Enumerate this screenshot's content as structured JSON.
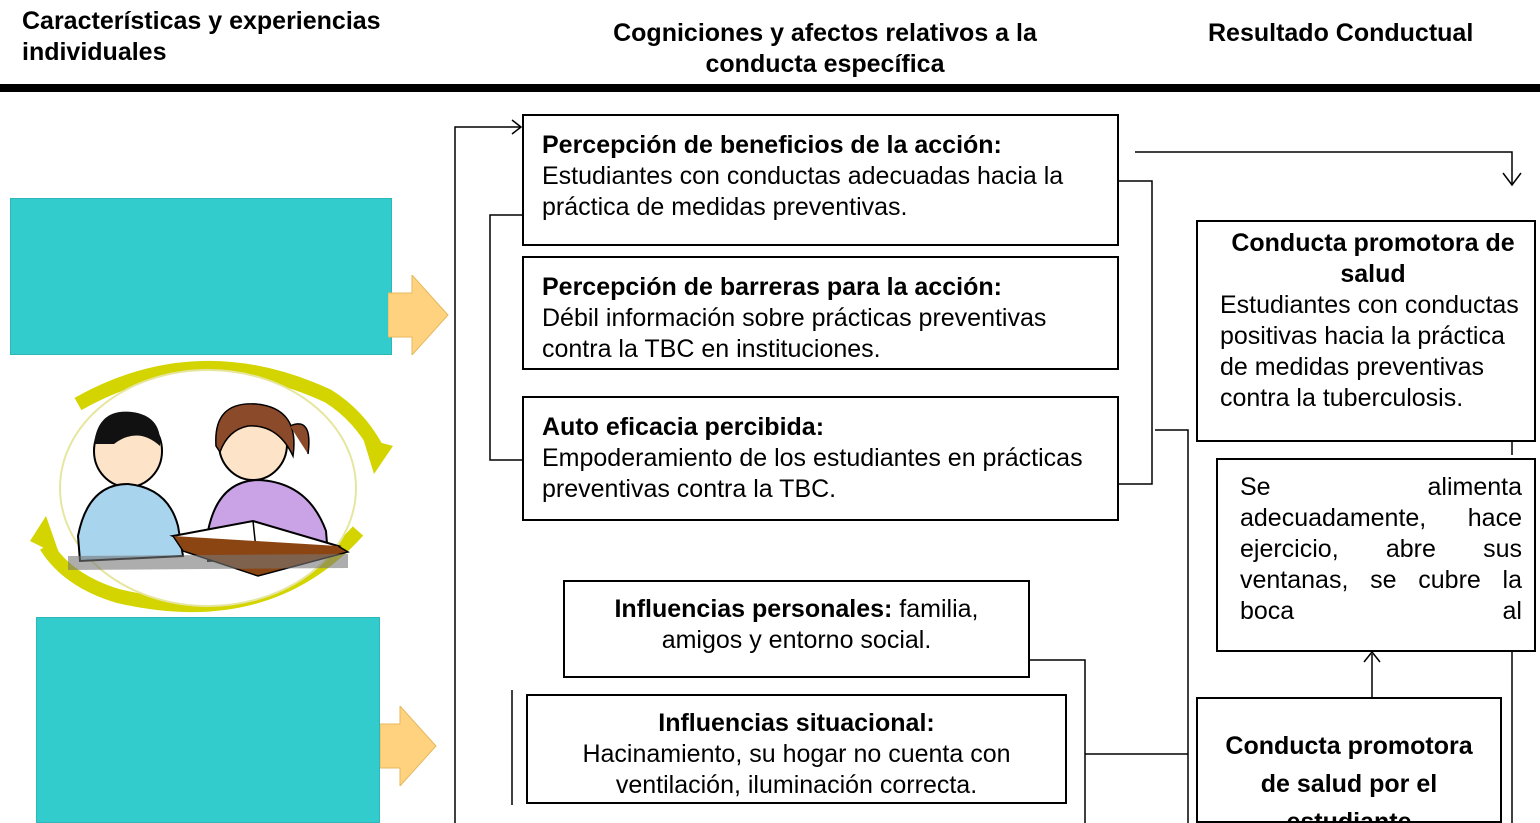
{
  "headers": {
    "col1": "Características y experiencias individuales",
    "col2": "Cogniciones y afectos relativos a la conducta específica",
    "col3": "Resultado Conductual"
  },
  "boxes": {
    "beneficios": {
      "title": "Percepción de beneficios de la acción:",
      "body": "Estudiantes con conductas adecuadas hacia la práctica de medidas preventivas."
    },
    "barreras": {
      "title": "Percepción de barreras para la acción:",
      "body": "Débil información sobre prácticas preventivas contra la TBC en instituciones."
    },
    "autoeficacia": {
      "title": "Auto eficacia percibida:",
      "body": "Empoderamiento de los estudiantes en prácticas preventivas contra la TBC."
    },
    "personales": {
      "title": "Influencias personales:",
      "body": " familia, amigos y entorno social."
    },
    "situacional": {
      "title": "Influencias situacional:",
      "body": "Hacinamiento, su hogar no cuenta con ventilación, iluminación correcta."
    },
    "promotora": {
      "title": "Conducta promotora de salud",
      "body": "Estudiantes con conductas positivas hacia la práctica de medidas preventivas contra la tuberculosis."
    },
    "alimenta": {
      "body": "Se alimenta adecuadamente, hace ejercicio, abre sus ventanas, se cubre la boca al"
    },
    "estudiante": {
      "title": "Conducta promotora de salud por el estudiante"
    }
  },
  "colors": {
    "teal": "#33cccc",
    "arrow_fill": "#ffd27f",
    "ring": "#d4d400"
  },
  "illustration": {
    "icon": "children-reading-book-icon"
  }
}
